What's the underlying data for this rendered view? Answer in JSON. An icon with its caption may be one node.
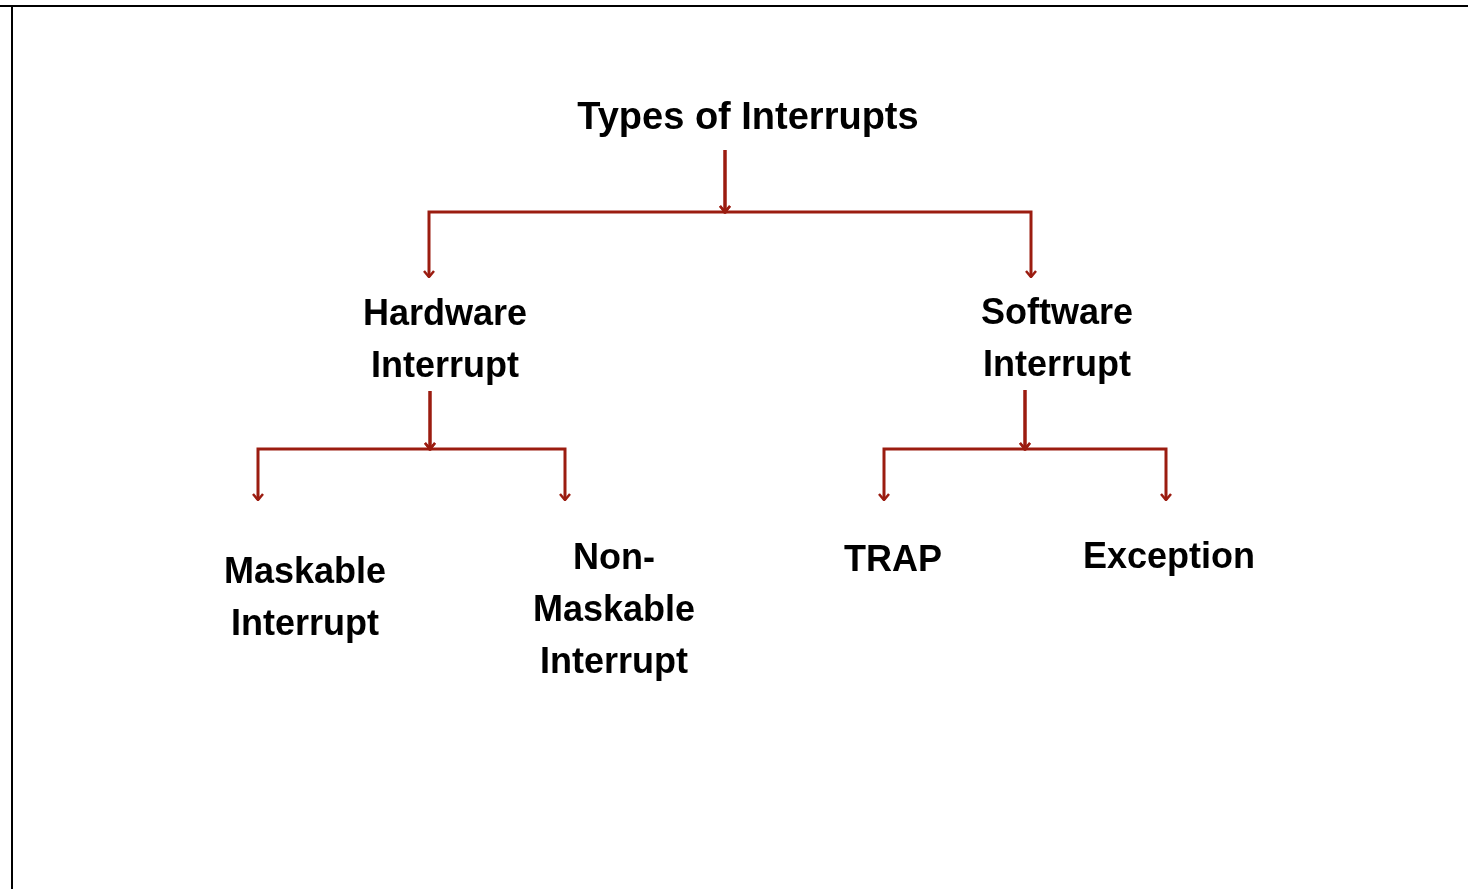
{
  "diagram": {
    "nodes": [
      {
        "text": [
          "Types of Interrupts"
        ]
      },
      {
        "text": [
          "Hardware Interrupt"
        ]
      },
      {
        "text": [
          "Software Interrupt"
        ]
      },
      {
        "text": [
          "Maskable Interrupt"
        ]
      },
      {
        "text": [
          "Non-Maskable Interrupt"
        ]
      },
      {
        "text": [
          "TRAP"
        ]
      },
      {
        "text": [
          "Exception"
        ]
      }
    ],
    "edges": [
      {
        "from": 0,
        "to": 1,
        "arrow": "to"
      },
      {
        "from": 0,
        "to": 2,
        "arrow": "to"
      },
      {
        "from": 1,
        "to": 3,
        "arrow": "to"
      },
      {
        "from": 1,
        "to": 4,
        "arrow": "to"
      },
      {
        "from": 2,
        "to": 5,
        "arrow": "to"
      },
      {
        "from": 2,
        "to": 6,
        "arrow": "to"
      }
    ]
  }
}
